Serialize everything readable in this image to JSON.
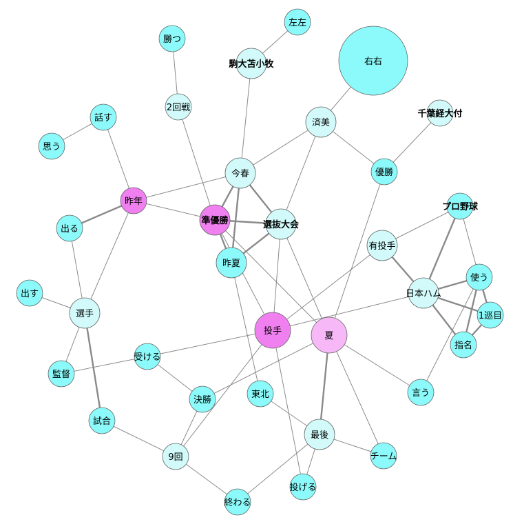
{
  "colors": {
    "cyan": "#8cfafa",
    "light_cyan": "#d2fafa",
    "magenta": "#f080f0",
    "pink": "#f7b8f7",
    "stroke": "#666666",
    "edge": "#8a8a8a"
  },
  "nodes": [
    {
      "id": "n_saho",
      "label": "左左",
      "fill": "cyan",
      "r": "s"
    },
    {
      "id": "n_katsu",
      "label": "勝つ",
      "fill": "cyan",
      "r": "s"
    },
    {
      "id": "n_komadai",
      "label": "駒大苫小牧",
      "fill": "light_cyan",
      "r": "m",
      "bold": true
    },
    {
      "id": "n_uu",
      "label": "右右",
      "fill": "cyan",
      "r": "xl"
    },
    {
      "id": "n_2kaisen",
      "label": "2回戦",
      "fill": "light_cyan",
      "r": "s"
    },
    {
      "id": "n_hanasu",
      "label": "話す",
      "fill": "cyan",
      "r": "s"
    },
    {
      "id": "n_saibi",
      "label": "済美",
      "fill": "light_cyan",
      "r": "m"
    },
    {
      "id": "n_chiba",
      "label": "千葉経大付",
      "fill": "light_cyan",
      "r": "s",
      "bold": true
    },
    {
      "id": "n_omou",
      "label": "思う",
      "fill": "cyan",
      "r": "s"
    },
    {
      "id": "n_konharu",
      "label": "今春",
      "fill": "light_cyan",
      "r": "m"
    },
    {
      "id": "n_yusho",
      "label": "優勝",
      "fill": "cyan",
      "r": "s"
    },
    {
      "id": "n_sakunen",
      "label": "昨年",
      "fill": "magenta",
      "r": "s"
    },
    {
      "id": "n_puro",
      "label": "プロ野球",
      "fill": "cyan",
      "r": "s",
      "bold": true
    },
    {
      "id": "n_junyusho",
      "label": "準優勝",
      "fill": "magenta",
      "r": "m",
      "bold": true
    },
    {
      "id": "n_senbatsu",
      "label": "選抜大会",
      "fill": "light_cyan",
      "r": "m",
      "bold": true
    },
    {
      "id": "n_deru",
      "label": "出る",
      "fill": "cyan",
      "r": "s"
    },
    {
      "id": "n_yutoshu",
      "label": "有投手",
      "fill": "light_cyan",
      "r": "m"
    },
    {
      "id": "n_sakunatsu",
      "label": "昨夏",
      "fill": "cyan",
      "r": "m"
    },
    {
      "id": "n_tsukau",
      "label": "使う",
      "fill": "cyan",
      "r": "s"
    },
    {
      "id": "n_nihonham",
      "label": "日本ハム",
      "fill": "light_cyan",
      "r": "m"
    },
    {
      "id": "n_dasu",
      "label": "出す",
      "fill": "cyan",
      "r": "s"
    },
    {
      "id": "n_senshu",
      "label": "選手",
      "fill": "light_cyan",
      "r": "m"
    },
    {
      "id": "n_1junme",
      "label": "1巡目",
      "fill": "cyan",
      "r": "s"
    },
    {
      "id": "n_toshu",
      "label": "投手",
      "fill": "magenta",
      "r": "l"
    },
    {
      "id": "n_natsu",
      "label": "夏",
      "fill": "pink",
      "r": "l"
    },
    {
      "id": "n_shimei",
      "label": "指名",
      "fill": "cyan",
      "r": "s"
    },
    {
      "id": "n_ukeru",
      "label": "受ける",
      "fill": "cyan",
      "r": "s"
    },
    {
      "id": "n_kantoku",
      "label": "監督",
      "fill": "cyan",
      "r": "s"
    },
    {
      "id": "n_tohoku",
      "label": "東北",
      "fill": "cyan",
      "r": "s"
    },
    {
      "id": "n_iu",
      "label": "言う",
      "fill": "cyan",
      "r": "s"
    },
    {
      "id": "n_kessho",
      "label": "決勝",
      "fill": "cyan",
      "r": "s"
    },
    {
      "id": "n_shiai",
      "label": "試合",
      "fill": "cyan",
      "r": "s"
    },
    {
      "id": "n_saigo",
      "label": "最後",
      "fill": "light_cyan",
      "r": "m"
    },
    {
      "id": "n_9kai",
      "label": "9回",
      "fill": "light_cyan",
      "r": "s"
    },
    {
      "id": "n_team",
      "label": "チーム",
      "fill": "cyan",
      "r": "s"
    },
    {
      "id": "n_nageru",
      "label": "投げる",
      "fill": "cyan",
      "r": "s"
    },
    {
      "id": "n_owaru",
      "label": "終わる",
      "fill": "cyan",
      "r": "s"
    }
  ],
  "edges": [
    [
      "n_saho",
      "n_komadai",
      1
    ],
    [
      "n_komadai",
      "n_konharu",
      1
    ],
    [
      "n_katsu",
      "n_2kaisen",
      1
    ],
    [
      "n_2kaisen",
      "n_junyusho",
      1
    ],
    [
      "n_uu",
      "n_saibi",
      1
    ],
    [
      "n_saibi",
      "n_konharu",
      1
    ],
    [
      "n_saibi",
      "n_yusho",
      1
    ],
    [
      "n_saibi",
      "n_senbatsu",
      1
    ],
    [
      "n_chiba",
      "n_yusho",
      1
    ],
    [
      "n_yusho",
      "n_natsu",
      1
    ],
    [
      "n_hanasu",
      "n_omou",
      1
    ],
    [
      "n_hanasu",
      "n_sakunen",
      1
    ],
    [
      "n_sakunen",
      "n_konharu",
      1
    ],
    [
      "n_sakunen",
      "n_junyusho",
      1
    ],
    [
      "n_sakunen",
      "n_deru",
      2
    ],
    [
      "n_sakunen",
      "n_senshu",
      1
    ],
    [
      "n_konharu",
      "n_junyusho",
      2
    ],
    [
      "n_konharu",
      "n_senbatsu",
      2
    ],
    [
      "n_konharu",
      "n_sakunatsu",
      2
    ],
    [
      "n_junyusho",
      "n_senbatsu",
      2
    ],
    [
      "n_junyusho",
      "n_sakunatsu",
      2
    ],
    [
      "n_junyusho",
      "n_toshu",
      1
    ],
    [
      "n_junyusho",
      "n_natsu",
      1
    ],
    [
      "n_senbatsu",
      "n_sakunatsu",
      2
    ],
    [
      "n_senbatsu",
      "n_toshu",
      1
    ],
    [
      "n_senbatsu",
      "n_natsu",
      1
    ],
    [
      "n_sakunatsu",
      "n_tohoku",
      1
    ],
    [
      "n_deru",
      "n_senshu",
      1
    ],
    [
      "n_dasu",
      "n_senshu",
      1
    ],
    [
      "n_senshu",
      "n_kantoku",
      1
    ],
    [
      "n_senshu",
      "n_shiai",
      2
    ],
    [
      "n_kantoku",
      "n_ukeru",
      1
    ],
    [
      "n_ukeru",
      "n_toshu",
      1
    ],
    [
      "n_ukeru",
      "n_kessho",
      1
    ],
    [
      "n_puro",
      "n_yutoshu",
      1
    ],
    [
      "n_puro",
      "n_nihonham",
      2
    ],
    [
      "n_puro",
      "n_tsukau",
      1
    ],
    [
      "n_yutoshu",
      "n_toshu",
      1
    ],
    [
      "n_yutoshu",
      "n_nihonham",
      2
    ],
    [
      "n_nihonham",
      "n_toshu",
      1
    ],
    [
      "n_nihonham",
      "n_tsukau",
      2
    ],
    [
      "n_nihonham",
      "n_1junme",
      2
    ],
    [
      "n_nihonham",
      "n_shimei",
      2
    ],
    [
      "n_tsukau",
      "n_1junme",
      2
    ],
    [
      "n_tsukau",
      "n_shimei",
      2
    ],
    [
      "n_tsukau",
      "n_iu",
      1
    ],
    [
      "n_1junme",
      "n_shimei",
      2
    ],
    [
      "n_toshu",
      "n_nageru",
      1
    ],
    [
      "n_toshu",
      "n_9kai",
      1
    ],
    [
      "n_natsu",
      "n_kessho",
      1
    ],
    [
      "n_natsu",
      "n_saigo",
      2
    ],
    [
      "n_natsu",
      "n_team",
      1
    ],
    [
      "n_natsu",
      "n_iu",
      1
    ],
    [
      "n_tohoku",
      "n_saigo",
      1
    ],
    [
      "n_kessho",
      "n_9kai",
      1
    ],
    [
      "n_shiai",
      "n_9kai",
      1
    ],
    [
      "n_9kai",
      "n_owaru",
      1
    ],
    [
      "n_saigo",
      "n_team",
      1
    ],
    [
      "n_saigo",
      "n_nageru",
      1
    ],
    [
      "n_saigo",
      "n_owaru",
      1
    ]
  ]
}
